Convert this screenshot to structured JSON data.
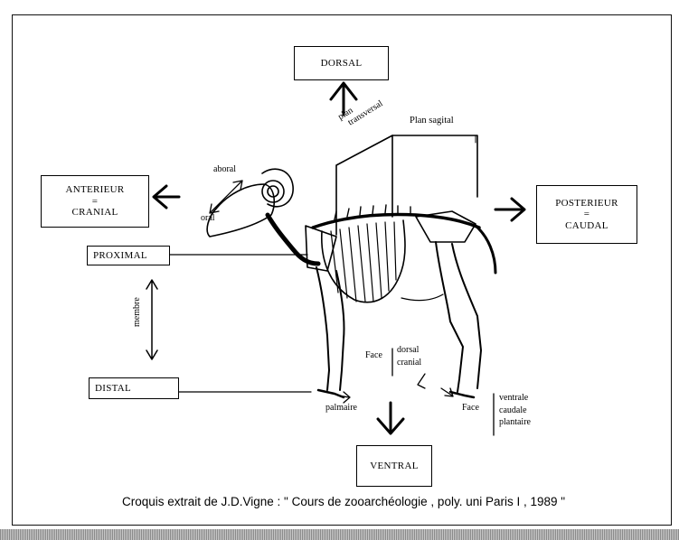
{
  "boxes": {
    "dorsal": "DORSAL",
    "anterieur": [
      "ANTERIEUR",
      "=",
      "CRANIAL"
    ],
    "posterieur": [
      "POSTERIEUR",
      "=",
      "CAUDAL"
    ],
    "proximal": "PROXIMAL",
    "distal": "DISTAL",
    "ventral": "VENTRAL"
  },
  "labels": {
    "plan_transversal": [
      "plan",
      "transversal"
    ],
    "plan_sagital": "Plan sagital",
    "aboral": "aboral",
    "oral": "oral",
    "membre": "membre",
    "face_upper": "Face",
    "face_upper_terms": [
      "dorsal",
      "cranial"
    ],
    "palmaire": "palmaire",
    "face_lower": "Face",
    "face_lower_terms": [
      "ventrale",
      "caudale",
      "plantaire"
    ]
  },
  "caption": "Croquis extrait de  J.D.Vigne  :  \" Cours de zooarchéologie , poly. uni Paris I , 1989 \""
}
